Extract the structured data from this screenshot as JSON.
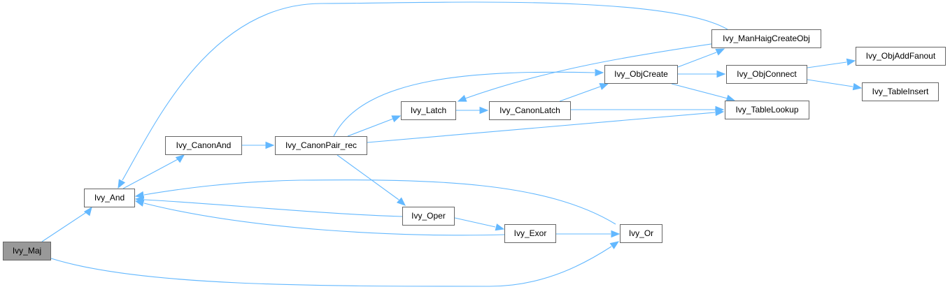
{
  "diagram": {
    "type": "call-graph",
    "edge_color": "#63b8ff",
    "node_border_color": "#666666",
    "root_fill_color": "#999999",
    "nodes": [
      {
        "id": "maj",
        "label": "Ivy_Maj",
        "root": true
      },
      {
        "id": "and",
        "label": "Ivy_And"
      },
      {
        "id": "canonand",
        "label": "Ivy_CanonAnd"
      },
      {
        "id": "canonpair",
        "label": "Ivy_CanonPair_rec"
      },
      {
        "id": "latch",
        "label": "Ivy_Latch"
      },
      {
        "id": "canonlatch",
        "label": "Ivy_CanonLatch"
      },
      {
        "id": "objcreate",
        "label": "Ivy_ObjCreate"
      },
      {
        "id": "manhaig",
        "label": "Ivy_ManHaigCreateObj"
      },
      {
        "id": "objconnect",
        "label": "Ivy_ObjConnect"
      },
      {
        "id": "tablelookup",
        "label": "Ivy_TableLookup"
      },
      {
        "id": "addfanout",
        "label": "Ivy_ObjAddFanout"
      },
      {
        "id": "tableinsert",
        "label": "Ivy_TableInsert"
      },
      {
        "id": "oper",
        "label": "Ivy_Oper"
      },
      {
        "id": "exor",
        "label": "Ivy_Exor"
      },
      {
        "id": "or",
        "label": "Ivy_Or"
      }
    ],
    "edges": [
      {
        "from": "maj",
        "to": "and"
      },
      {
        "from": "maj",
        "to": "or"
      },
      {
        "from": "and",
        "to": "canonand"
      },
      {
        "from": "canonand",
        "to": "canonpair"
      },
      {
        "from": "canonpair",
        "to": "latch"
      },
      {
        "from": "canonpair",
        "to": "objcreate"
      },
      {
        "from": "canonpair",
        "to": "tablelookup"
      },
      {
        "from": "canonpair",
        "to": "oper"
      },
      {
        "from": "latch",
        "to": "canonlatch"
      },
      {
        "from": "canonlatch",
        "to": "objcreate"
      },
      {
        "from": "canonlatch",
        "to": "tablelookup"
      },
      {
        "from": "objcreate",
        "to": "manhaig"
      },
      {
        "from": "objcreate",
        "to": "objconnect"
      },
      {
        "from": "objcreate",
        "to": "tablelookup"
      },
      {
        "from": "objconnect",
        "to": "addfanout"
      },
      {
        "from": "objconnect",
        "to": "tableinsert"
      },
      {
        "from": "manhaig",
        "to": "and"
      },
      {
        "from": "manhaig",
        "to": "latch"
      },
      {
        "from": "oper",
        "to": "and"
      },
      {
        "from": "oper",
        "to": "exor"
      },
      {
        "from": "exor",
        "to": "and"
      },
      {
        "from": "exor",
        "to": "or"
      },
      {
        "from": "or",
        "to": "and"
      }
    ]
  }
}
